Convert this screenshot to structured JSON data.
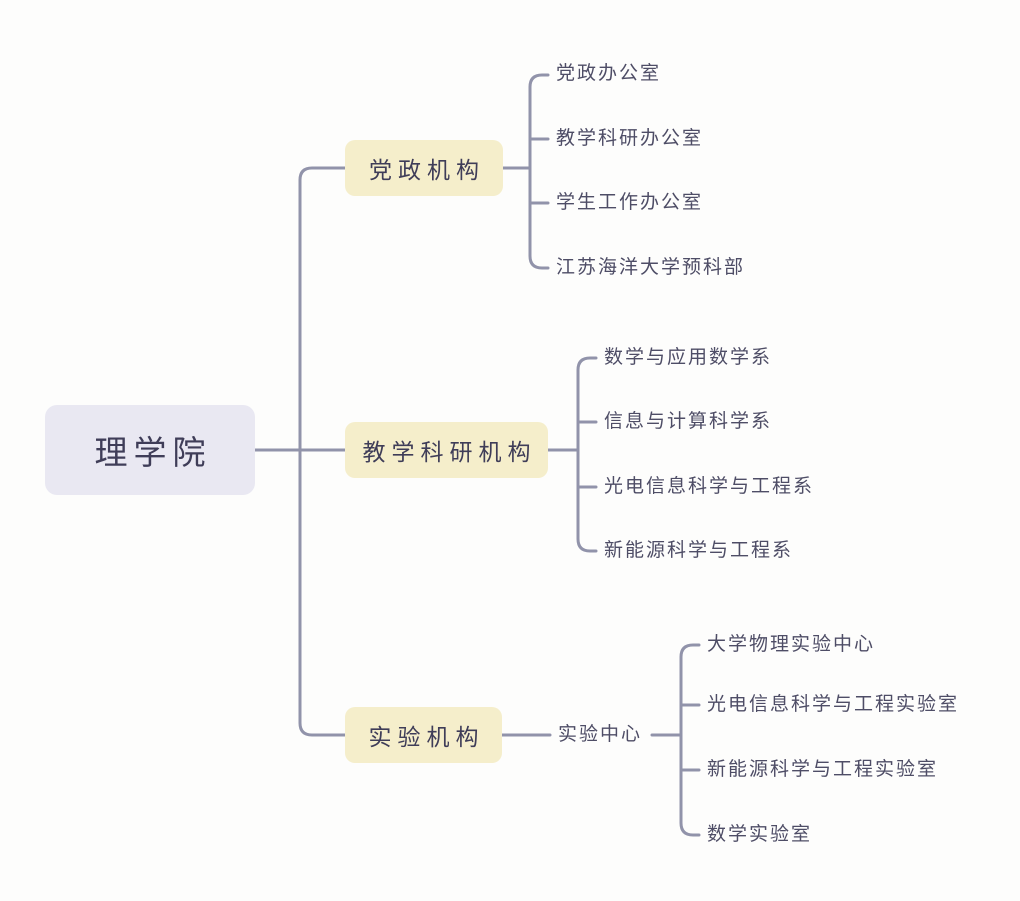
{
  "colors": {
    "line": "#9193aa",
    "root_fill": "#e9e8f2",
    "branch_fill": "#f5eecb",
    "node_text": "#3f3d58",
    "leaf_text": "#4e4d66",
    "background": "#fdfdfc"
  },
  "root": {
    "label": "理学院"
  },
  "branches": [
    {
      "label": "党政机构",
      "children": [
        "党政办公室",
        "教学科研办公室",
        "学生工作办公室",
        "江苏海洋大学预科部"
      ]
    },
    {
      "label": "教学科研机构",
      "children": [
        "数学与应用数学系",
        "信息与计算科学系",
        "光电信息科学与工程系",
        "新能源科学与工程系"
      ]
    },
    {
      "label": "实验机构",
      "intermediate": "实验中心",
      "children": [
        "大学物理实验中心",
        "光电信息科学与工程实验室",
        "新能源科学与工程实验室",
        "数学实验室"
      ]
    }
  ]
}
